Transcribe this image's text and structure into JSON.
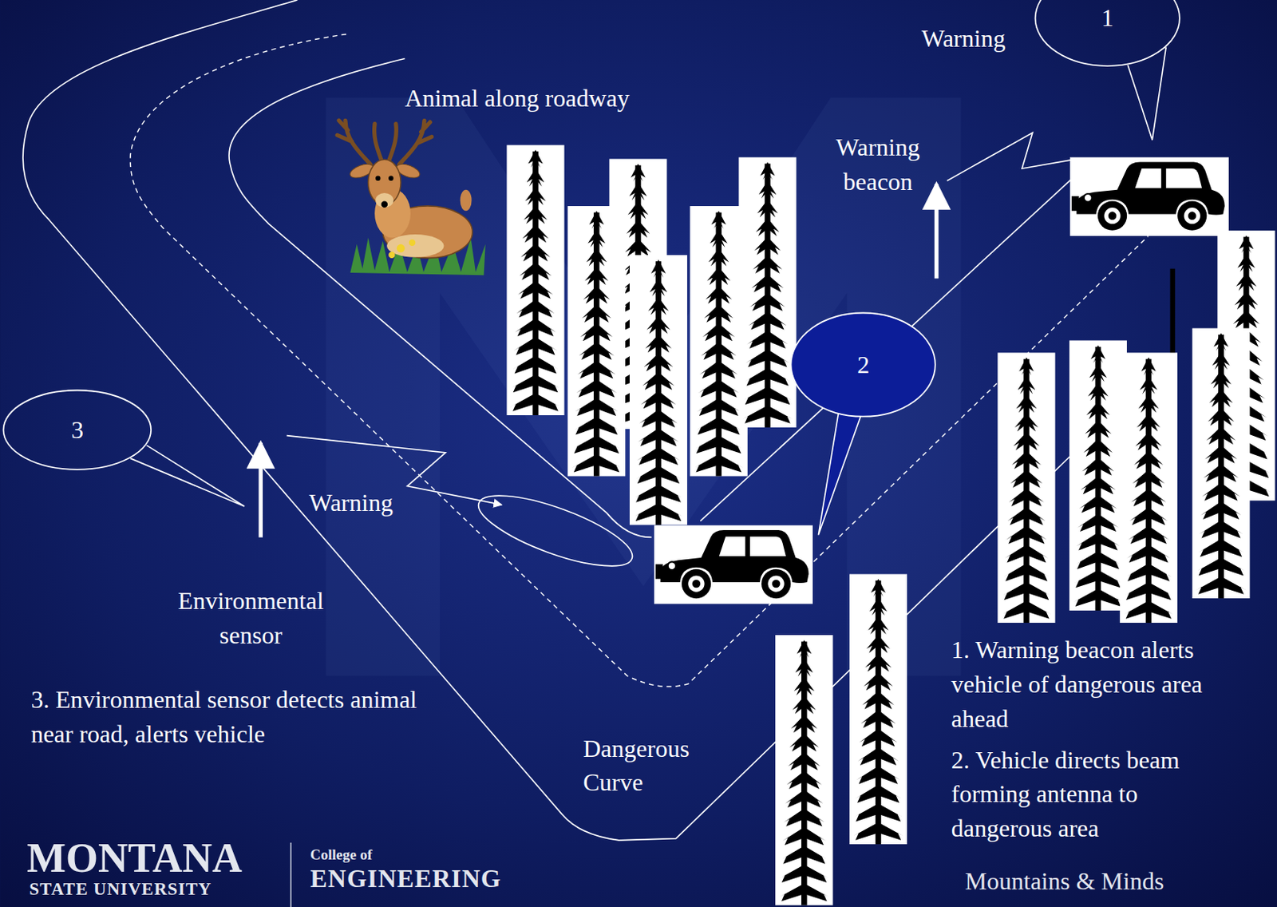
{
  "diagram": {
    "nodes": [
      {
        "text": [
          "1"
        ]
      },
      {
        "text": [
          "2"
        ]
      },
      {
        "text": [
          "3"
        ]
      }
    ],
    "labels": [
      "Warning",
      "Animal along roadway",
      "Warning beacon",
      "Warning",
      "Environmental sensor",
      "3. Environmental sensor detects animal near road, alerts vehicle",
      "Dangerous Curve",
      "1. Warning beacon alerts vehicle of dangerous area ahead",
      "2. Vehicle directs beam forming antenna to dangerous area",
      "MONTANA",
      "STATE UNIVERSITY",
      "College of",
      "ENGINEERING",
      "Mountains & Minds"
    ]
  }
}
